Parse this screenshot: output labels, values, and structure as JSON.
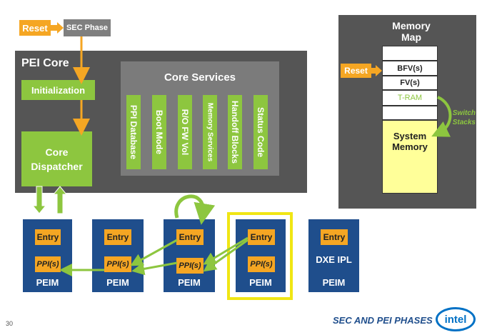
{
  "top": {
    "reset_label": "Reset",
    "sec_phase_label": "SEC Phase"
  },
  "pei_core": {
    "title": "PEI Core",
    "initialization_label": "Initialization",
    "core_dispatcher_line1": "Core",
    "core_dispatcher_line2": "Dispatcher"
  },
  "core_services": {
    "title": "Core Services",
    "items": [
      {
        "label": "PPI Database"
      },
      {
        "label": "Boot Mode"
      },
      {
        "label": "R/O FW Vol"
      },
      {
        "label": "Memory Services"
      },
      {
        "label": "Handoff Blocks"
      },
      {
        "label": "Status Code"
      }
    ]
  },
  "peims": [
    {
      "entry": "Entry",
      "ppi": "PPI(s)",
      "label": "PEIM"
    },
    {
      "entry": "Entry",
      "ppi": "PPI(s)",
      "label": "PEIM"
    },
    {
      "entry": "Entry",
      "ppi": "PPI(s)",
      "label": "PEIM"
    },
    {
      "entry": "Entry",
      "ppi": "PPI(s)",
      "label": "PEIM"
    },
    {
      "entry": "Entry",
      "dxe": "DXE IPL",
      "label": "PEIM"
    }
  ],
  "memory_map": {
    "title_line1": "Memory",
    "title_line2": "Map",
    "reset_label": "Reset",
    "rows": [
      "",
      "BFV(s)",
      "FV(s)",
      "T-RAM",
      ""
    ],
    "system_memory_line1": "System",
    "system_memory_line2": "Memory",
    "switch_stacks_line1": "Switch",
    "switch_stacks_line2": "Stacks"
  },
  "footer": {
    "page_number": "30",
    "caption": "SEC AND PEI PHASES",
    "logo_text": "intel"
  },
  "colors": {
    "orange": "#f5a623",
    "green": "#8dc63f",
    "dark_gray": "#555555",
    "peim_blue": "#1f4e8c",
    "highlight_yellow": "#f0e614",
    "intel_blue": "#0071c5"
  }
}
